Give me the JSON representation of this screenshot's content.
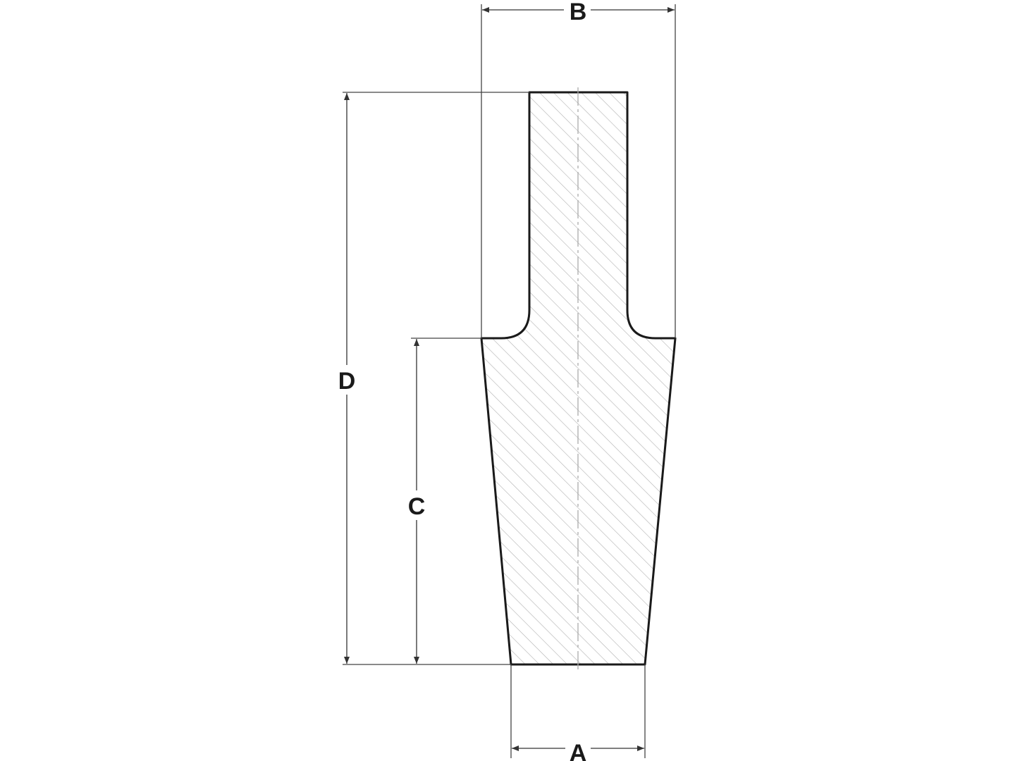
{
  "diagram": {
    "labels": {
      "A": "A",
      "B": "B",
      "C": "C",
      "D": "D"
    },
    "colors": {
      "outline": "#1a1a1a",
      "dimension": "#333333",
      "hatch": "#b0b0b0",
      "centerline": "#aaaaaa"
    }
  }
}
